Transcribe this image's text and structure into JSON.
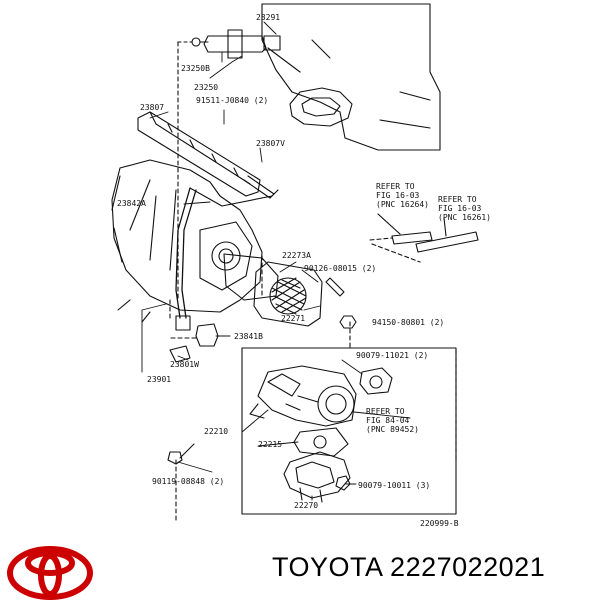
{
  "labels": {
    "p23291": "23291",
    "p23250B": "23250B",
    "p23250": "23250",
    "p23807": "23807",
    "p91511": "91511-J0840 (2)",
    "p23807V": "23807V",
    "p23842A": "23842A",
    "ref1_a": "REFER TO",
    "ref1_b": "FIG 16-03",
    "ref1_c": "(PNC 16264)",
    "ref2_a": "REFER TO",
    "ref2_b": "FIG 16-03",
    "ref2_c": "(PNC 16261)",
    "p22273A": "22273A",
    "p90126": "90126-08015 (2)",
    "p22271": "22271",
    "p94150": "94150-80801 (2)",
    "p23841B": "23841B",
    "p23801W": "23801W",
    "p23901": "23901",
    "p90079_11021": "90079-11021 (2)",
    "ref3_a": "REFER TO",
    "ref3_b": "FIG 84-04",
    "ref3_c": "(PNC 89452)",
    "p22210": "22210",
    "p22215": "22215",
    "p90119": "90119-08848 (2)",
    "p90079_10011": "90079-10011 (3)",
    "p22270": "22270",
    "p220999B": "220999-B"
  },
  "brand": {
    "name": "TOYOTA",
    "part_number": "2227022021",
    "logo_color": "#cc0000"
  },
  "icons": [
    "toyota-logo-icon"
  ]
}
